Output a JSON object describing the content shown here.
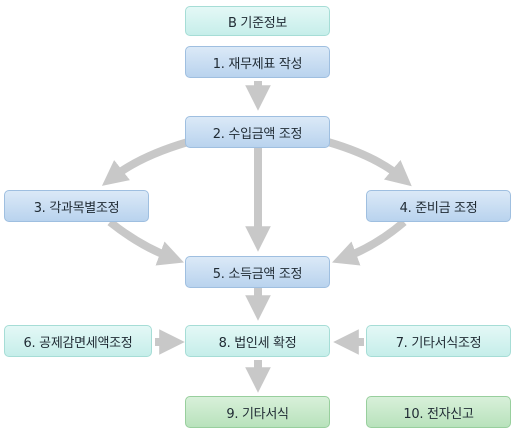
{
  "nodes": {
    "b_info": "B 기준정보",
    "step1": "1. 재무제표 작성",
    "step2": "2. 수입금액 조정",
    "step3": "3. 각과목별조정",
    "step4": "4. 준비금 조정",
    "step5": "5. 소득금액 조정",
    "step6": "6. 공제감면세액조정",
    "step7": "7. 기타서식조정",
    "step8": "8. 법인세 확정",
    "step9": "9. 기타서식",
    "step10": "10. 전자신고"
  },
  "colors": {
    "arrow": "#c8c8c8",
    "blue_box": "#c6dcf2",
    "cyan_box": "#d3f3ef",
    "mint_box": "#c4e8c7"
  }
}
